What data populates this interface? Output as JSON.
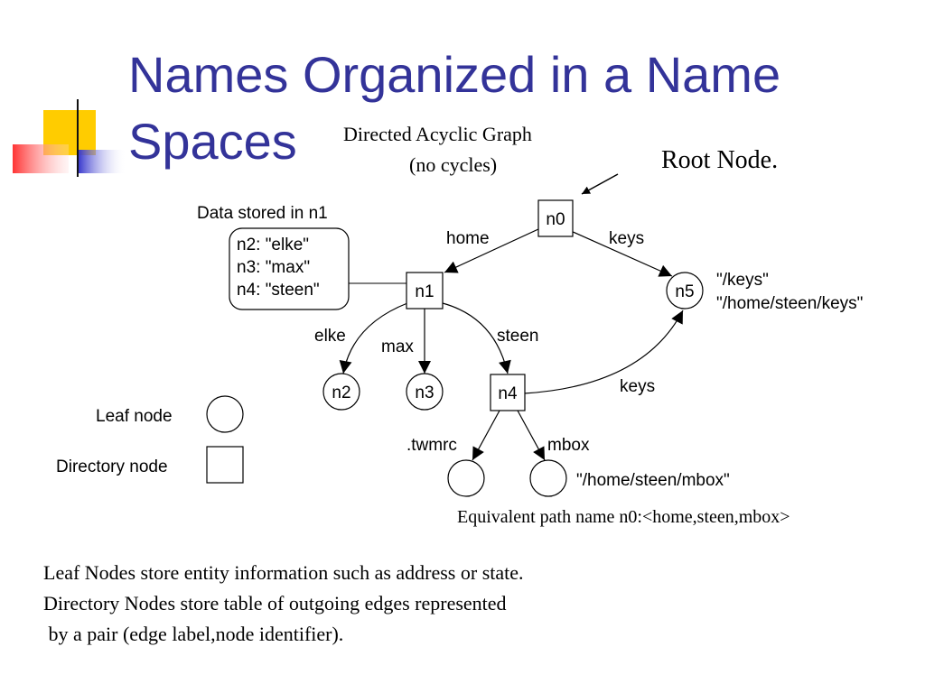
{
  "slide": {
    "title_line1": "Names Organized in a Name",
    "title_line2": "Spaces",
    "dag_caption_line1": "Directed Acyclic Graph",
    "dag_caption_line2": "(no cycles)",
    "root_label": "Root Node.",
    "data_stored_title": "Data stored in n1",
    "data_stored_lines": [
      "n2: \"elke\"",
      "n3: \"max\"",
      "n4: \"steen\""
    ],
    "nodes": {
      "n0": "n0",
      "n1": "n1",
      "n2": "n2",
      "n3": "n3",
      "n4": "n4",
      "n5": "n5"
    },
    "edges": {
      "home": "home",
      "keys_top": "keys",
      "elke": "elke",
      "max": "max",
      "steen": "steen",
      "keys_n4": "keys",
      "twmrc": ".twmrc",
      "mbox": "mbox"
    },
    "n5_paths": [
      "\"/keys\"",
      "\"/home/steen/keys\""
    ],
    "mbox_path": "\"/home/steen/mbox\"",
    "legend": {
      "leaf": "Leaf node",
      "directory": "Directory node"
    },
    "equivalent_path": "Equivalent path name n0:<home,steen,mbox>",
    "body_lines": [
      "Leaf Nodes store entity information such as address or state.",
      "Directory Nodes store table of outgoing edges represented",
      " by a pair (edge label,node identifier)."
    ]
  },
  "colors": {
    "title": "#333399",
    "deco_yellow": "#ffcc00",
    "deco_red": "#ff3333",
    "deco_blue": "#3333cc"
  }
}
